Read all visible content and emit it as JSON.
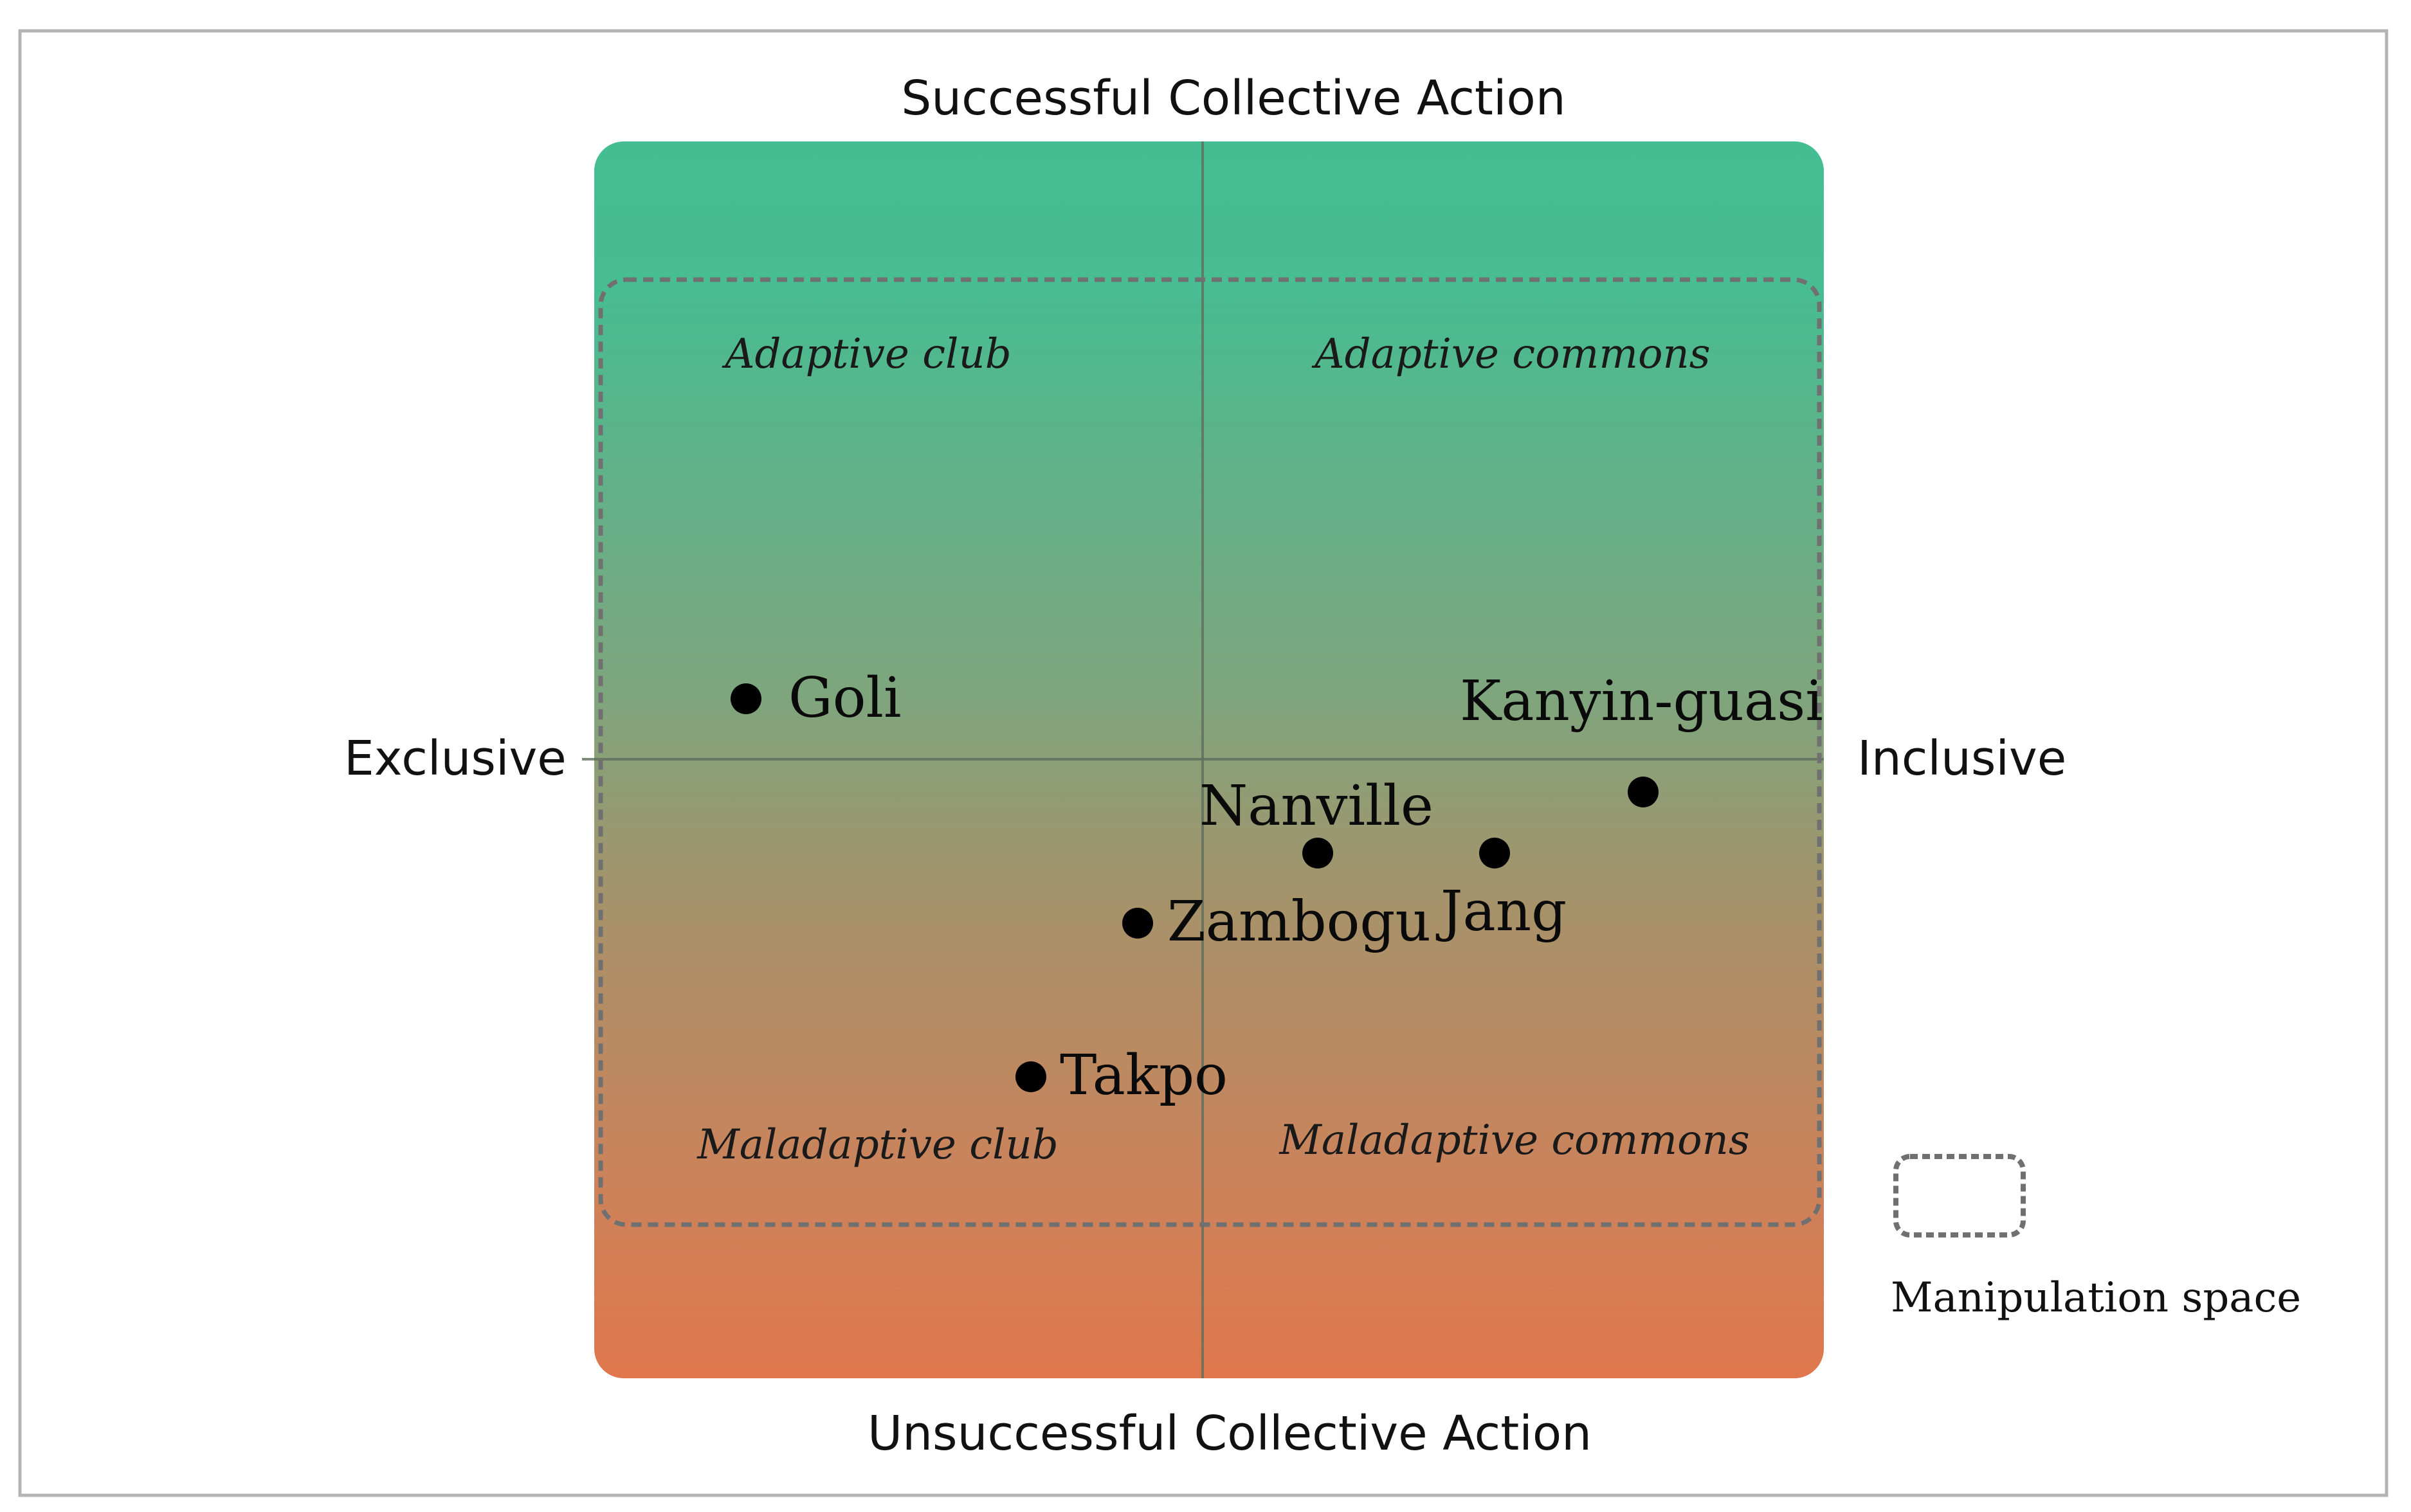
{
  "axes": {
    "top": "Successful Collective Action",
    "bottom": "Unsuccessful Collective Action",
    "left": "Exclusive",
    "right": "Inclusive"
  },
  "quadrants": {
    "top_left": "Adaptive club",
    "top_right": "Adaptive commons",
    "bottom_left": "Maladaptive club",
    "bottom_right": "Maladaptive commons"
  },
  "points": [
    {
      "id": "goli",
      "label": "Goli"
    },
    {
      "id": "kanyin-guasi",
      "label": "Kanyin-guasi"
    },
    {
      "id": "nanville",
      "label": "Nanville"
    },
    {
      "id": "jang",
      "label": "Jang"
    },
    {
      "id": "zambogu",
      "label": "Zambogu"
    },
    {
      "id": "takpo",
      "label": "Takpo"
    }
  ],
  "legend": {
    "label": "Manipulation space"
  },
  "colors": {
    "gradient_top": "#45bd93",
    "gradient_bottom": "#e0774c",
    "border": "#b4b4b4",
    "dashed": "#707070",
    "point": "#000000"
  }
}
